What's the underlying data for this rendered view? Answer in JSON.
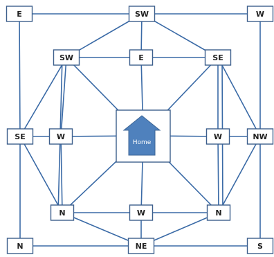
{
  "diagram": {
    "nodes": [
      {
        "id": "c-tl",
        "label": "E"
      },
      {
        "id": "c-tm",
        "label": "SW"
      },
      {
        "id": "c-tr",
        "label": "W"
      },
      {
        "id": "c-ml",
        "label": "SE"
      },
      {
        "id": "c-mr",
        "label": "NW"
      },
      {
        "id": "c-bl",
        "label": "N"
      },
      {
        "id": "c-bm",
        "label": "NE"
      },
      {
        "id": "c-br",
        "label": "S"
      },
      {
        "id": "m-tl",
        "label": "SW"
      },
      {
        "id": "m-tm",
        "label": "E"
      },
      {
        "id": "m-tr",
        "label": "SE"
      },
      {
        "id": "m-ml",
        "label": "W"
      },
      {
        "id": "m-mr",
        "label": "W"
      },
      {
        "id": "m-bl",
        "label": "N"
      },
      {
        "id": "m-bm",
        "label": "W"
      },
      {
        "id": "m-br",
        "label": "N"
      }
    ],
    "home": {
      "label": "Home"
    },
    "colors": {
      "edge": "#3a6aa6",
      "border": "#3d5f8c",
      "home_icon": "#4f81bd"
    }
  }
}
